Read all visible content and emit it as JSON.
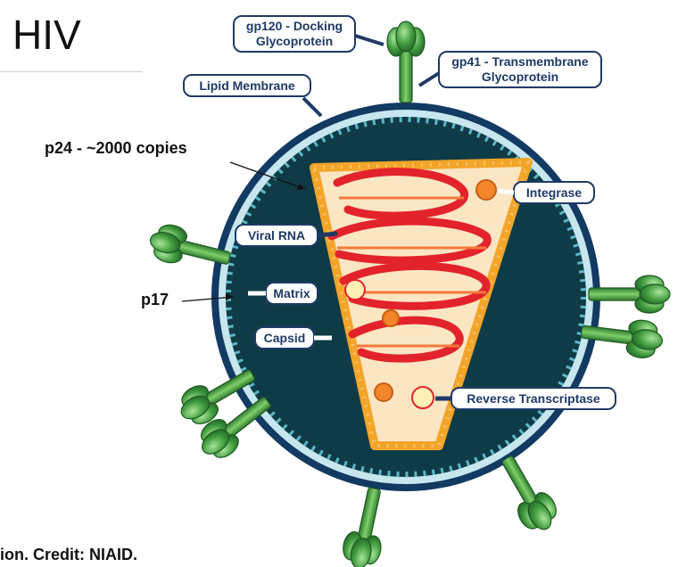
{
  "title": "HIV",
  "credit": "ion. Credit: NIAID.",
  "annotations": {
    "p24": "p24 - ~2000 copies",
    "p17": "p17"
  },
  "labels": {
    "gp120_line1": "gp120 - Docking",
    "gp120_line2": "Glycoprotein",
    "gp41_line1": "gp41 - Transmembrane",
    "gp41_line2": "Glycoprotein",
    "lipid": "Lipid Membrane",
    "integrase": "Integrase",
    "viral_rna": "Viral RNA",
    "matrix": "Matrix",
    "capsid": "Capsid",
    "reverse_transcriptase": "Reverse Transcriptase"
  },
  "colors": {
    "membrane_dark": "#123a63",
    "membrane_light": "#c7e6ee",
    "matrix_bead": "#2f8fa0",
    "interior": "#0f3b47",
    "capsid_wall": "#f3a52a",
    "capsid_fill": "#fbe6c4",
    "rna": "#e3232b",
    "spike_green": "#3f9a3c",
    "label_border": "#1f3a66"
  }
}
